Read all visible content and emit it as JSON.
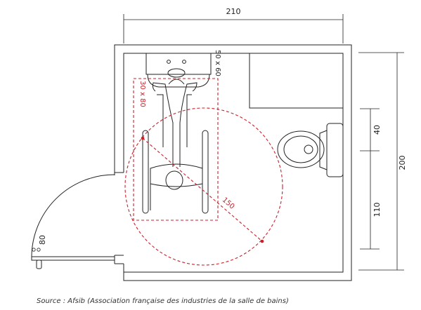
{
  "dimensions": {
    "width_total": "210",
    "height_total": "200",
    "wc_offset": "40",
    "wc_to_floor": "110",
    "door_width": "80",
    "sink_size": "50 x 60",
    "wheelchair_space": "30 x 80",
    "turning_diameter": "150"
  },
  "caption": "Source : Afsib (Association française des industries de la salle de bains)",
  "colors": {
    "wall": "#222222",
    "accent": "#cc1f2a"
  }
}
